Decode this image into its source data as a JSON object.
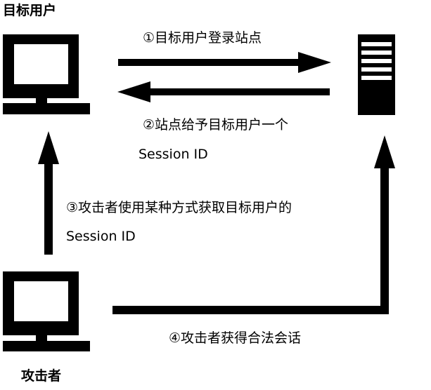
{
  "nodes": {
    "target_user": "目标用户",
    "attacker": "攻击者"
  },
  "steps": {
    "step1": "①目标用户登录站点",
    "step2_line1": "②站点给予目标用户一个",
    "step2_line2": "Session ID",
    "step3_line1": "③攻击者使用某种方式获取目标用户的",
    "step3_line2": "Session ID",
    "step4": "④攻击者获得合法会话"
  },
  "colors": {
    "ink": "#000000",
    "background": "#ffffff"
  }
}
